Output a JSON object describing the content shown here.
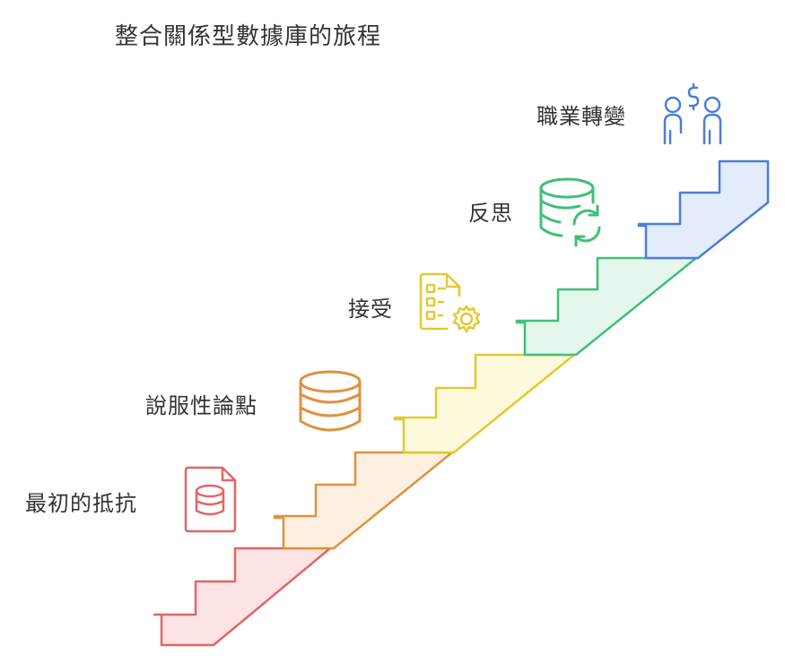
{
  "title": "整合關係型數據庫的旅程",
  "steps": [
    {
      "label": "最初的抵抗",
      "icon": "database-file-icon",
      "color": "#e06666",
      "fill": "#fde3e3"
    },
    {
      "label": "說服性論點",
      "icon": "database-icon",
      "color": "#e0913d",
      "fill": "#fdf0e0"
    },
    {
      "label": "接受",
      "icon": "checklist-gear-icon",
      "color": "#e2c930",
      "fill": "#fdf9dc"
    },
    {
      "label": "反思",
      "icon": "database-refresh-icon",
      "color": "#3fbf78",
      "fill": "#e5f7ec"
    },
    {
      "label": "職業轉變",
      "icon": "people-money-icon",
      "color": "#4a7fd6",
      "fill": "#e3ecfb"
    }
  ]
}
